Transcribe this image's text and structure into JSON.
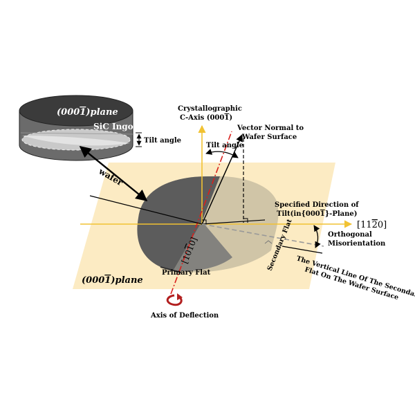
{
  "colors": {
    "plane_fill": "#fbe7b8",
    "axis_yellow": "#f1c232",
    "ingot_dark": "#3b3b3b",
    "ingot_body": "#6a6a6a",
    "wafer_dark": "#5a5a5a",
    "wafer_light": "#cbbf9f",
    "red_axis": "#d9201c",
    "arrow_red": "#b21f1f"
  },
  "ingot": {
    "plane_prefix": "(000",
    "plane_bar_digit": "1",
    "plane_suffix": ")plane",
    "name": "SiC Ingot",
    "tilt_label": "Tilt angle"
  },
  "labels": {
    "wafer": "wafer",
    "c_axis_line1": "Crystallographic",
    "c_axis_line2_prefix": "C-Axis (000",
    "c_axis_line2_bar": "1",
    "c_axis_line2_suffix": ")",
    "normal_line1": "Vector Normal to",
    "normal_line2": "Wafer Surface",
    "tilt_angle": "Tilt angle",
    "specified_line1": "Specified Direction of",
    "specified_line2_prefix": "Tilt(in{000",
    "specified_line2_bar": "1",
    "specified_line2_suffix": "}-Plane)",
    "dir_1120_prefix": "[11",
    "dir_1120_bar": "2",
    "dir_1120_suffix": "0]",
    "orthogonal_line1": "Orthogonal",
    "orthogonal_line2": "Misorientation",
    "vertical_line1": "The Vertical Line Of The Secondary",
    "vertical_line2": "Flat On The Wafer Surface",
    "secondary_flat": "Secondary Flat",
    "primary_flat": "Primary Flat",
    "dir_1010_prefix": "[10",
    "dir_1010_bar": "1",
    "dir_1010_suffix": "0]",
    "plane_prefix": "(000",
    "plane_bar": "1",
    "plane_suffix": ")plane",
    "deflection": "Axis of Deflection"
  }
}
